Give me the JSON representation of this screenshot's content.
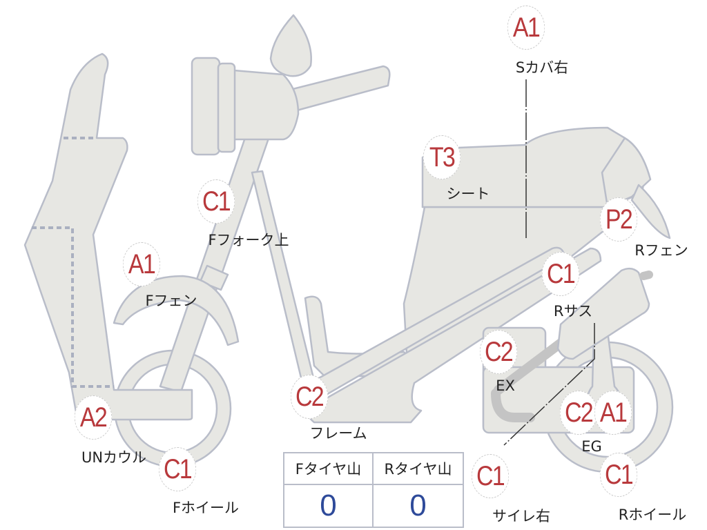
{
  "title": "スクーター損傷図",
  "markers": [
    {
      "code": "A1",
      "label": "Sカバ右"
    },
    {
      "code": "T3",
      "label": "シート"
    },
    {
      "code": "C1",
      "label": "Fフォーク上"
    },
    {
      "code": "P2",
      "label": "Rフェン"
    },
    {
      "code": "A1",
      "label": "Fフェン"
    },
    {
      "code": "C1",
      "label": "Rサス"
    },
    {
      "code": "C2",
      "label": "EX"
    },
    {
      "code": "C2",
      "label": "フレーム"
    },
    {
      "code": "A2",
      "label": "UNカウル"
    },
    {
      "code": "C2",
      "label": "EG"
    },
    {
      "code": "A1",
      "label": ""
    },
    {
      "code": "C1",
      "label": "Fホイール"
    },
    {
      "code": "C1",
      "label": "サイレ右"
    },
    {
      "code": "C1",
      "label": "Rホイール"
    }
  ],
  "tire_table": {
    "headers": [
      "Fタイヤ山",
      "Rタイヤ山"
    ],
    "values": [
      "0",
      "0"
    ]
  },
  "colors": {
    "code": "#b8393c",
    "value": "#2e4a9a",
    "part_fill": "#e7e7e3",
    "part_stroke": "#b9bdc9"
  }
}
